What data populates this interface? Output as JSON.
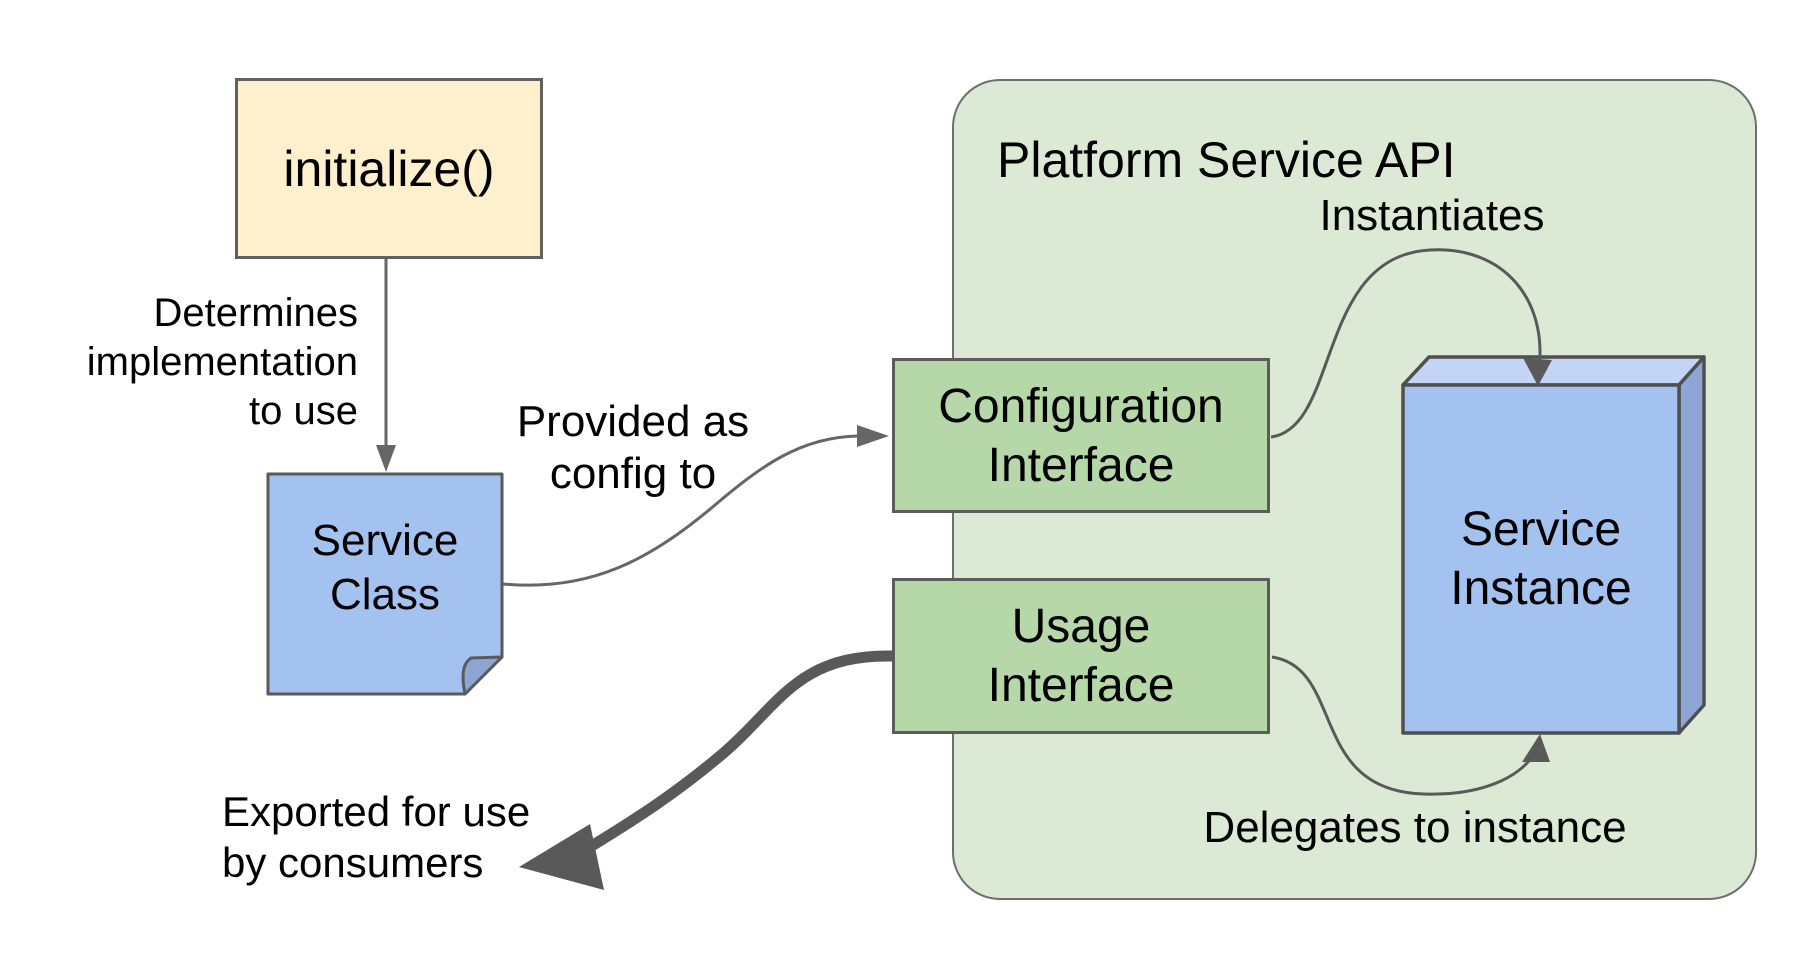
{
  "diagram": {
    "title": "Platform Service API",
    "nodes": {
      "initialize": {
        "label": "initialize()"
      },
      "service_class": {
        "line1": "Service",
        "line2": "Class"
      },
      "configuration_interface": {
        "line1": "Configuration",
        "line2": "Interface"
      },
      "usage_interface": {
        "line1": "Usage",
        "line2": "Interface"
      },
      "service_instance": {
        "line1": "Service",
        "line2": "Instance"
      }
    },
    "edge_labels": {
      "determines": {
        "line1": "Determines",
        "line2": "implementation",
        "line3": "to use"
      },
      "provided": {
        "line1": "Provided as",
        "line2": "config to"
      },
      "instantiates": "Instantiates",
      "delegates": "Delegates to instance",
      "exported": {
        "line1": "Exported for use",
        "line2": "by consumers"
      }
    },
    "colors": {
      "container_fill": "#dcead5",
      "interface_box_fill": "#b6d7a8",
      "initialize_fill": "#feefcd",
      "note_fill": "#a4c2f0",
      "box3d_front": "#a4c2f0",
      "box3d_top": "#c3d4f7",
      "box3d_side": "#8da6d6",
      "line_gray": "#666666",
      "thick_arrow_gray": "#595959",
      "border_gray": "#5c5c5c"
    }
  }
}
